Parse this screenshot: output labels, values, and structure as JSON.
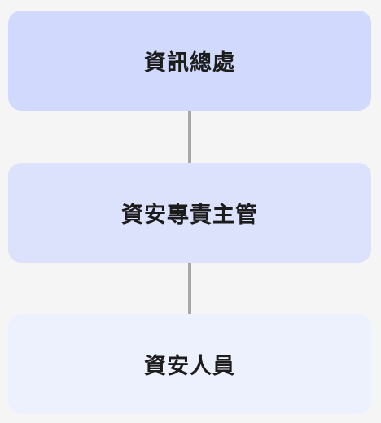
{
  "org_chart": {
    "nodes": [
      {
        "label": "資訊總處",
        "color": "#d1dafd"
      },
      {
        "label": "資安專責主管",
        "color": "#dce1fc"
      },
      {
        "label": "資安人員",
        "color": "#edf1fd"
      }
    ],
    "connector_color": "#a7a7a7",
    "background": "#f5f5f5"
  }
}
